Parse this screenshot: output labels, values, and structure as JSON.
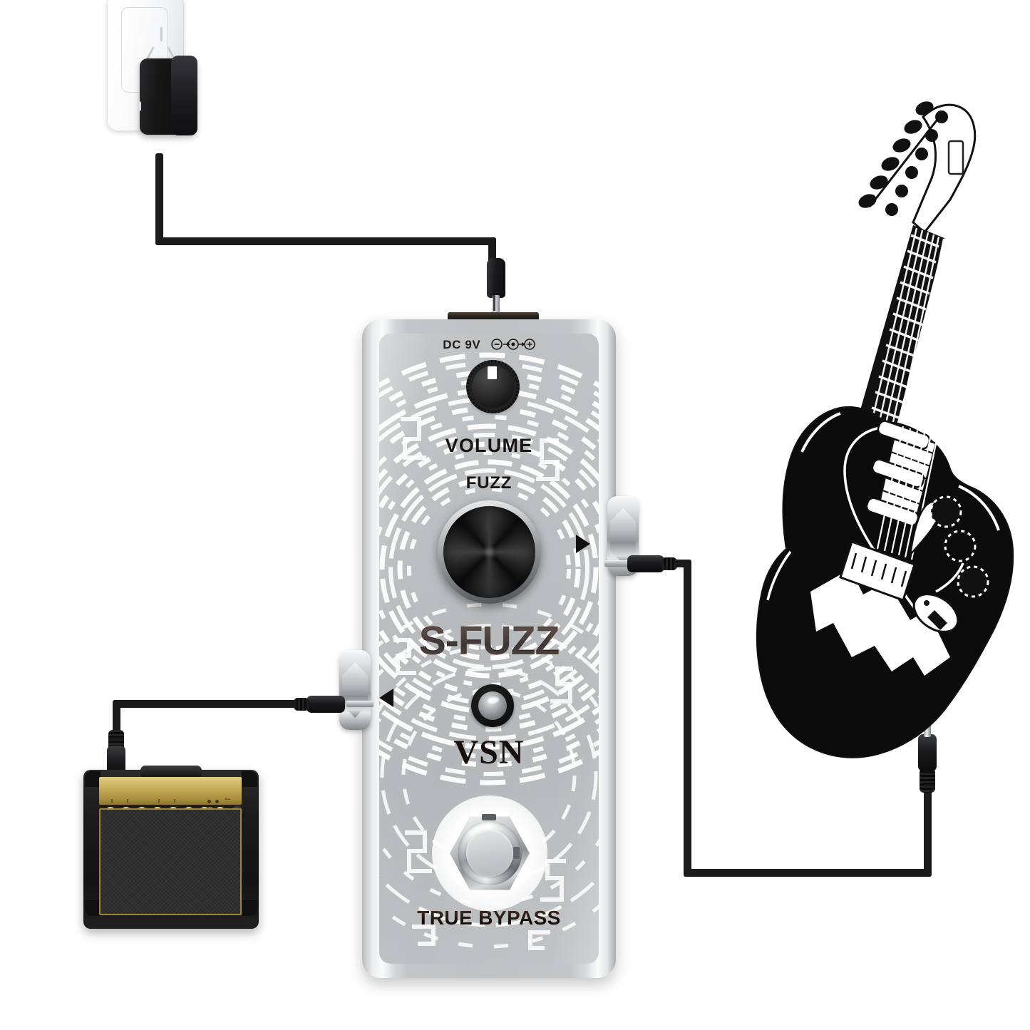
{
  "scene": {
    "title": "S-FUZZ guitar effects pedal connection diagram",
    "background": "#ffffff"
  },
  "pedal": {
    "brand": "S-FUZZ",
    "sub_brand": "VSN",
    "power_label": "DC 9V",
    "power_polarity": "center-negative",
    "knobs": [
      {
        "id": "volume",
        "label": "VOLUME",
        "type": "small-black-knob",
        "pointer": "white"
      },
      {
        "id": "fuzz",
        "label": "FUZZ",
        "type": "large-brushed-metal-knob"
      }
    ],
    "led_label": "status-led",
    "footswitch_label": "TRUE BYPASS",
    "jacks": [
      {
        "id": "input",
        "side": "right",
        "marker": "arrow"
      },
      {
        "id": "output",
        "side": "left",
        "marker": "arrow"
      }
    ],
    "colors": {
      "body": "#bfc2c4",
      "chassis_edge": "#e9ebec",
      "graphic": "#ffffff",
      "text": "#1a1512",
      "brand_text": "#2c1c16"
    }
  },
  "power_supply": {
    "name": "wall-outlet-adapter",
    "outlet_type": "3-pin wall socket",
    "adapter_color": "#171718",
    "cable_color": "#1b1b1b",
    "connector": "DC barrel plug"
  },
  "amplifier": {
    "name": "guitar-combo-amplifier",
    "knob_count": 8,
    "panel_color": "#c8ad5c",
    "cabinet_color": "#1a1a1a",
    "grille_color": "#2a2a2a"
  },
  "guitar": {
    "name": "electric-guitar",
    "style": "stratocaster-silhouette",
    "body_color": "#0b0b0b",
    "accent_color": "#ffffff",
    "string_count": 6
  },
  "cables": [
    {
      "id": "power-cable",
      "from": "wall-adapter",
      "to": "pedal-dc-jack"
    },
    {
      "id": "guitar-cable",
      "from": "guitar-output-jack",
      "to": "pedal-input-jack"
    },
    {
      "id": "amp-cable",
      "from": "pedal-output-jack",
      "to": "amplifier-input-jack"
    }
  ]
}
